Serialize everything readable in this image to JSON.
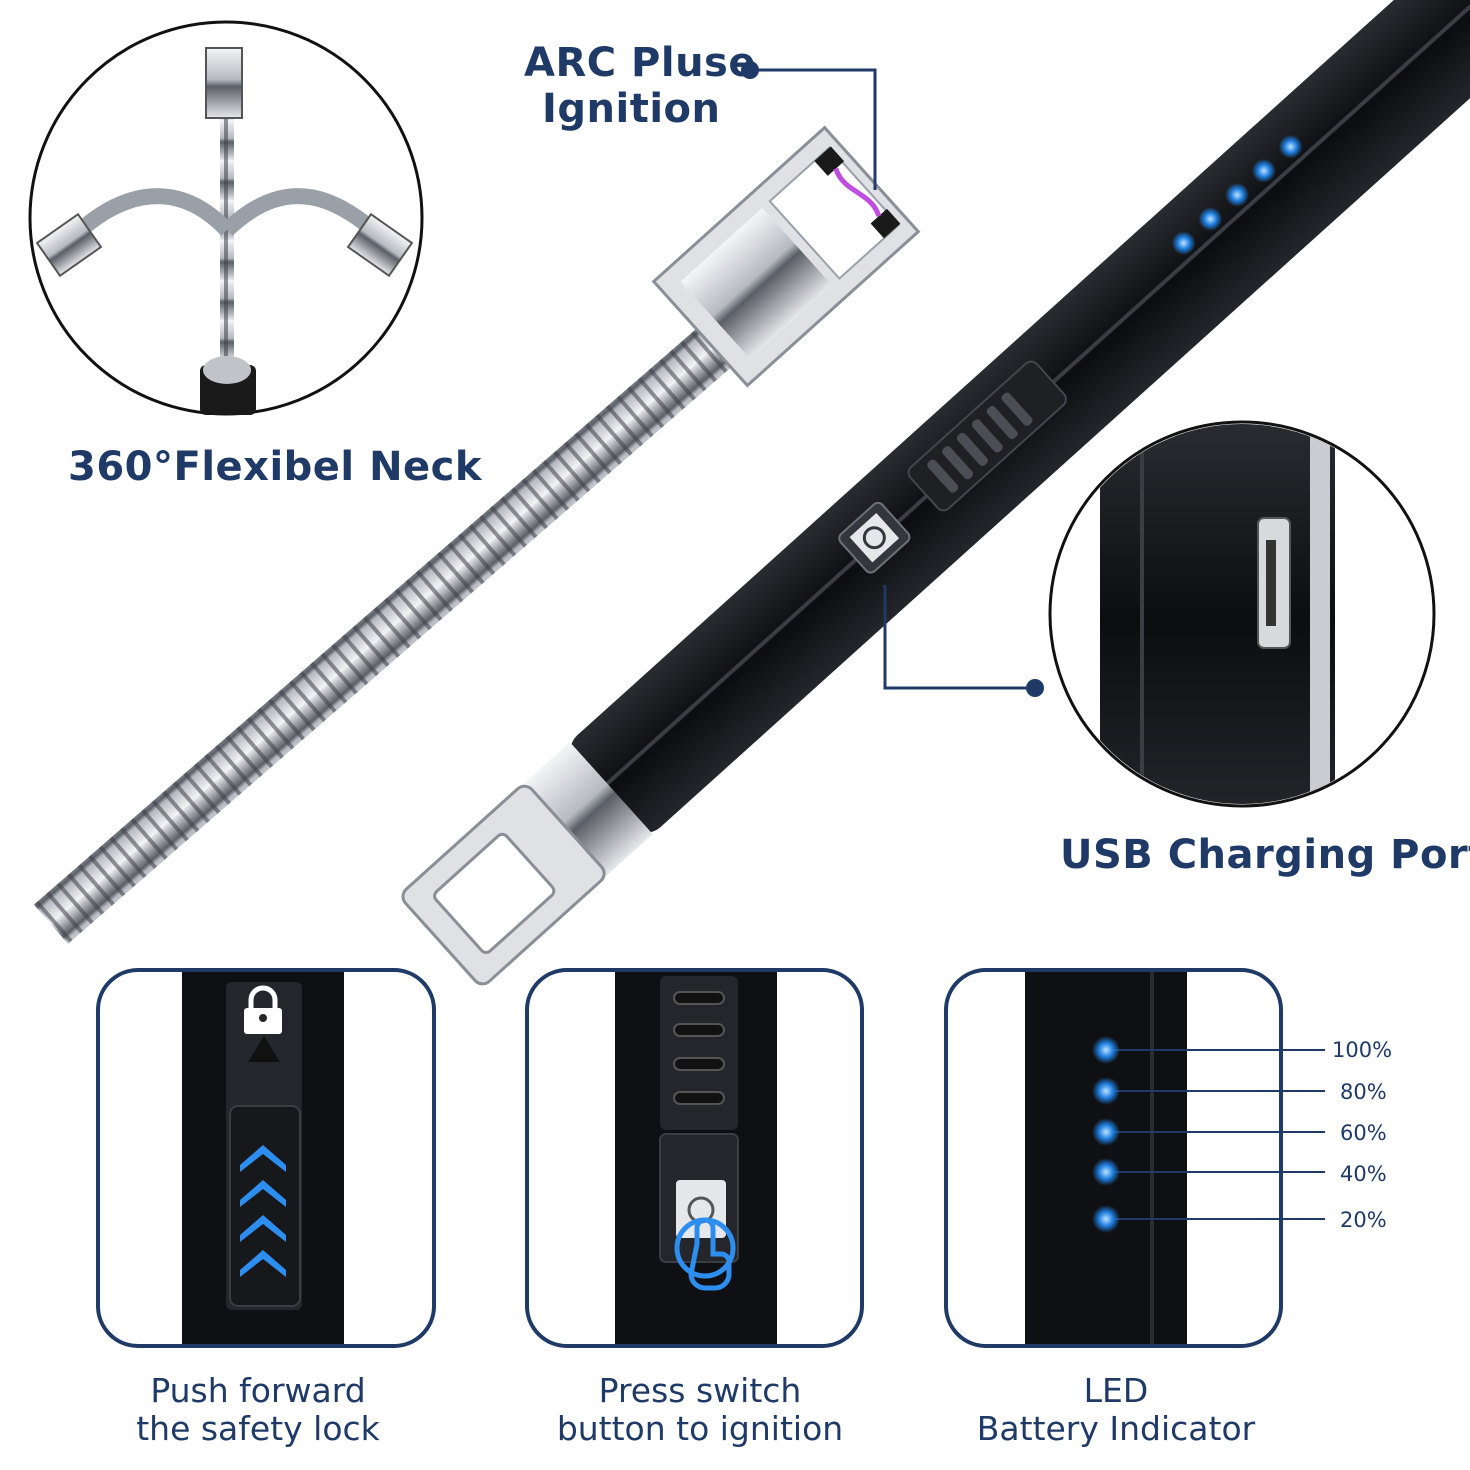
{
  "callouts": {
    "arc": [
      "ARC Pluse",
      "Ignition"
    ],
    "neck": "360°Flexibel Neck",
    "usb": "USB Charging Port"
  },
  "panels": [
    {
      "caption": [
        "Push forward",
        "the safety lock"
      ]
    },
    {
      "caption": [
        "Press switch",
        "button to ignition"
      ]
    },
    {
      "caption": [
        "LED",
        "Battery Indicator"
      ]
    }
  ],
  "battery_levels": [
    "100%",
    "80%",
    "60%",
    "40%",
    "20%"
  ],
  "colors": {
    "text": "#1f3a66",
    "led": "#1e7fe0",
    "body": "#101114",
    "metal": "#c9ccd1"
  },
  "icons": {
    "power": "power-icon",
    "lock": "lock-icon",
    "finger": "finger-press-icon"
  }
}
